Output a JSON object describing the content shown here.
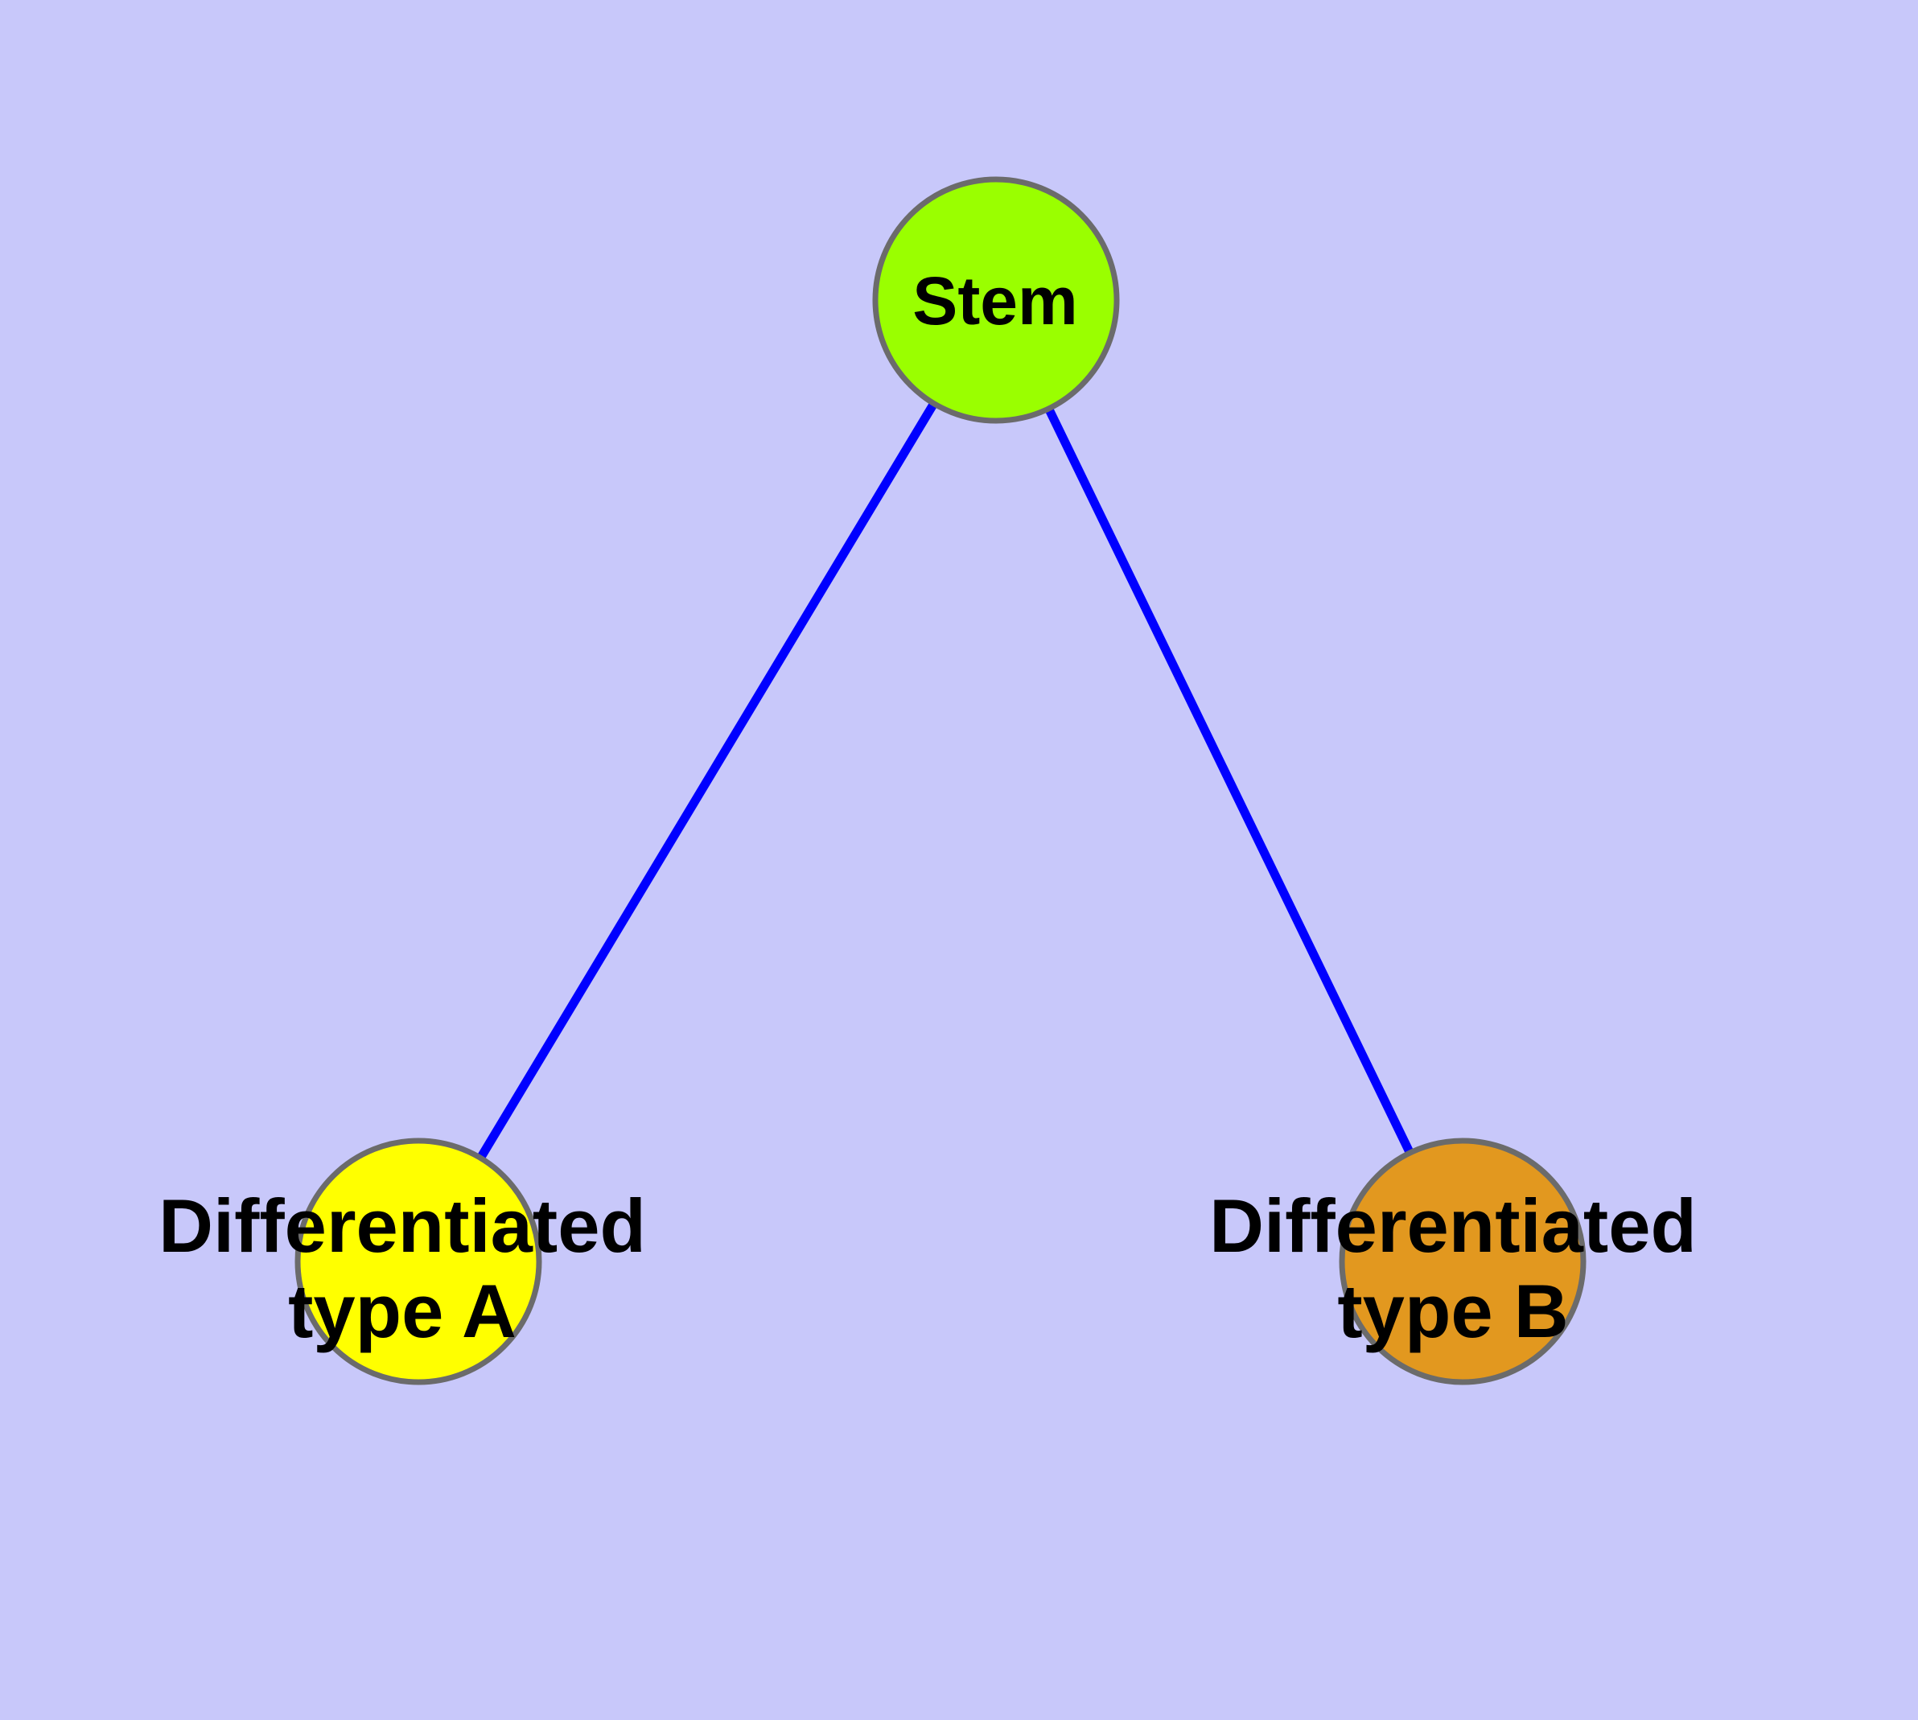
{
  "diagram": {
    "type": "node-link-graph",
    "background_color": "#c8c8fa",
    "edge_color": "#0000ff",
    "node_border_color": "#6b6b6b",
    "label_color": "#000000",
    "nodes": [
      {
        "id": "stem",
        "label": "Stem",
        "label_lines": [
          "Stem"
        ],
        "fill": "#9aff00"
      },
      {
        "id": "differentiated-type-a",
        "label": "Differentiated type A",
        "label_lines": [
          "Differentiated",
          "type A"
        ],
        "fill": "#ffff00"
      },
      {
        "id": "differentiated-type-b",
        "label": "Differentiated type B",
        "label_lines": [
          "Differentiated",
          "type B"
        ],
        "fill": "#e2981f"
      }
    ],
    "edges": [
      {
        "from": "stem",
        "to": "differentiated-type-a"
      },
      {
        "from": "stem",
        "to": "differentiated-type-b"
      }
    ]
  }
}
